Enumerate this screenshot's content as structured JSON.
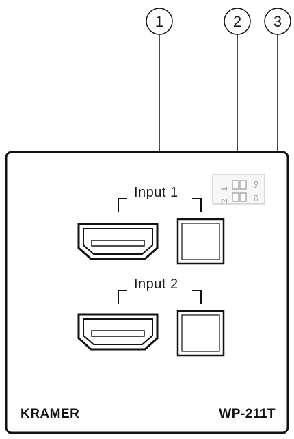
{
  "callouts": [
    {
      "number": "1"
    },
    {
      "number": "2"
    },
    {
      "number": "3"
    }
  ],
  "inputs": [
    {
      "label": "Input 1"
    },
    {
      "label": "Input 2"
    }
  ],
  "dip_switch": {
    "numbers": [
      "1",
      "2"
    ],
    "on_label": "ON",
    "ke_label": "KE"
  },
  "footer": {
    "brand": "KRAMER",
    "model": "WP-211T"
  },
  "colors": {
    "panel_border": "#111111",
    "dip_gray": "#9a9a9a"
  }
}
